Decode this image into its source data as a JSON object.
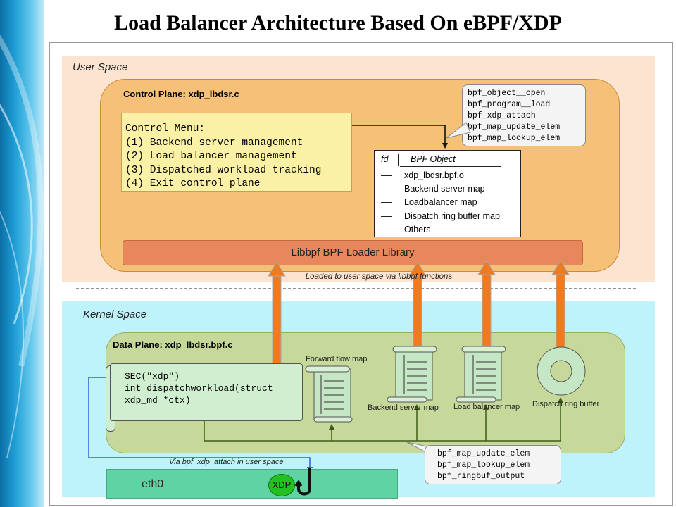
{
  "title": "Load Balancer Architecture Based On eBPF/XDP",
  "user_space": {
    "label": "User Space",
    "control_plane_title": "Control Plane: xdp_lbdsr.c",
    "control_menu": [
      "Control Menu:",
      "(1) Backend server management",
      "(2) Load balancer management",
      "(3) Dispatched workload tracking",
      "(4) Exit control plane"
    ],
    "api_functions": [
      "bpf_object__open",
      "bpf_program__load",
      "bpf_xdp_attach",
      "bpf_map_update_elem",
      "bpf_map_lookup_elem"
    ],
    "fd_table": {
      "col_fd": "fd",
      "col_obj": "BPF Object",
      "rows": [
        "xdp_lbdsr.bpf.o",
        "Backend server map",
        "Loadbalancer map",
        "Dispatch ring buffer map",
        "Others"
      ]
    },
    "loader_label": "Libbpf BPF Loader Library",
    "loaded_label": "Loaded to user space via libbpf functions"
  },
  "kernel_space": {
    "label": "Kernel Space",
    "data_plane_title": "Data Plane: xdp_lbdsr.bpf.c",
    "sec_code": [
      "SEC(\"xdp\")",
      "int dispatchworkload(struct",
      "xdp_md *ctx)"
    ],
    "maps": [
      "Forward flow map",
      "Backend server map",
      "Load balancer map",
      "Dispatch ring buffer"
    ],
    "kernel_api": [
      "bpf_map_update_elem",
      "bpf_map_lookup_elem",
      "bpf_ringbuf_output"
    ],
    "attach_label": "Via bpf_xdp_attach in user space",
    "eth_label": "eth0",
    "xdp_label": "XDP"
  },
  "colors": {
    "user_space_bg": "#fde4d0",
    "control_plane_bg": "#f5c078",
    "kernel_space_bg": "#bff3fb",
    "data_plane_bg": "#c6d89a",
    "arrow_orange": "#f07a20",
    "eth0_bg": "#5fd3a3",
    "xdp_green": "#22c020"
  }
}
